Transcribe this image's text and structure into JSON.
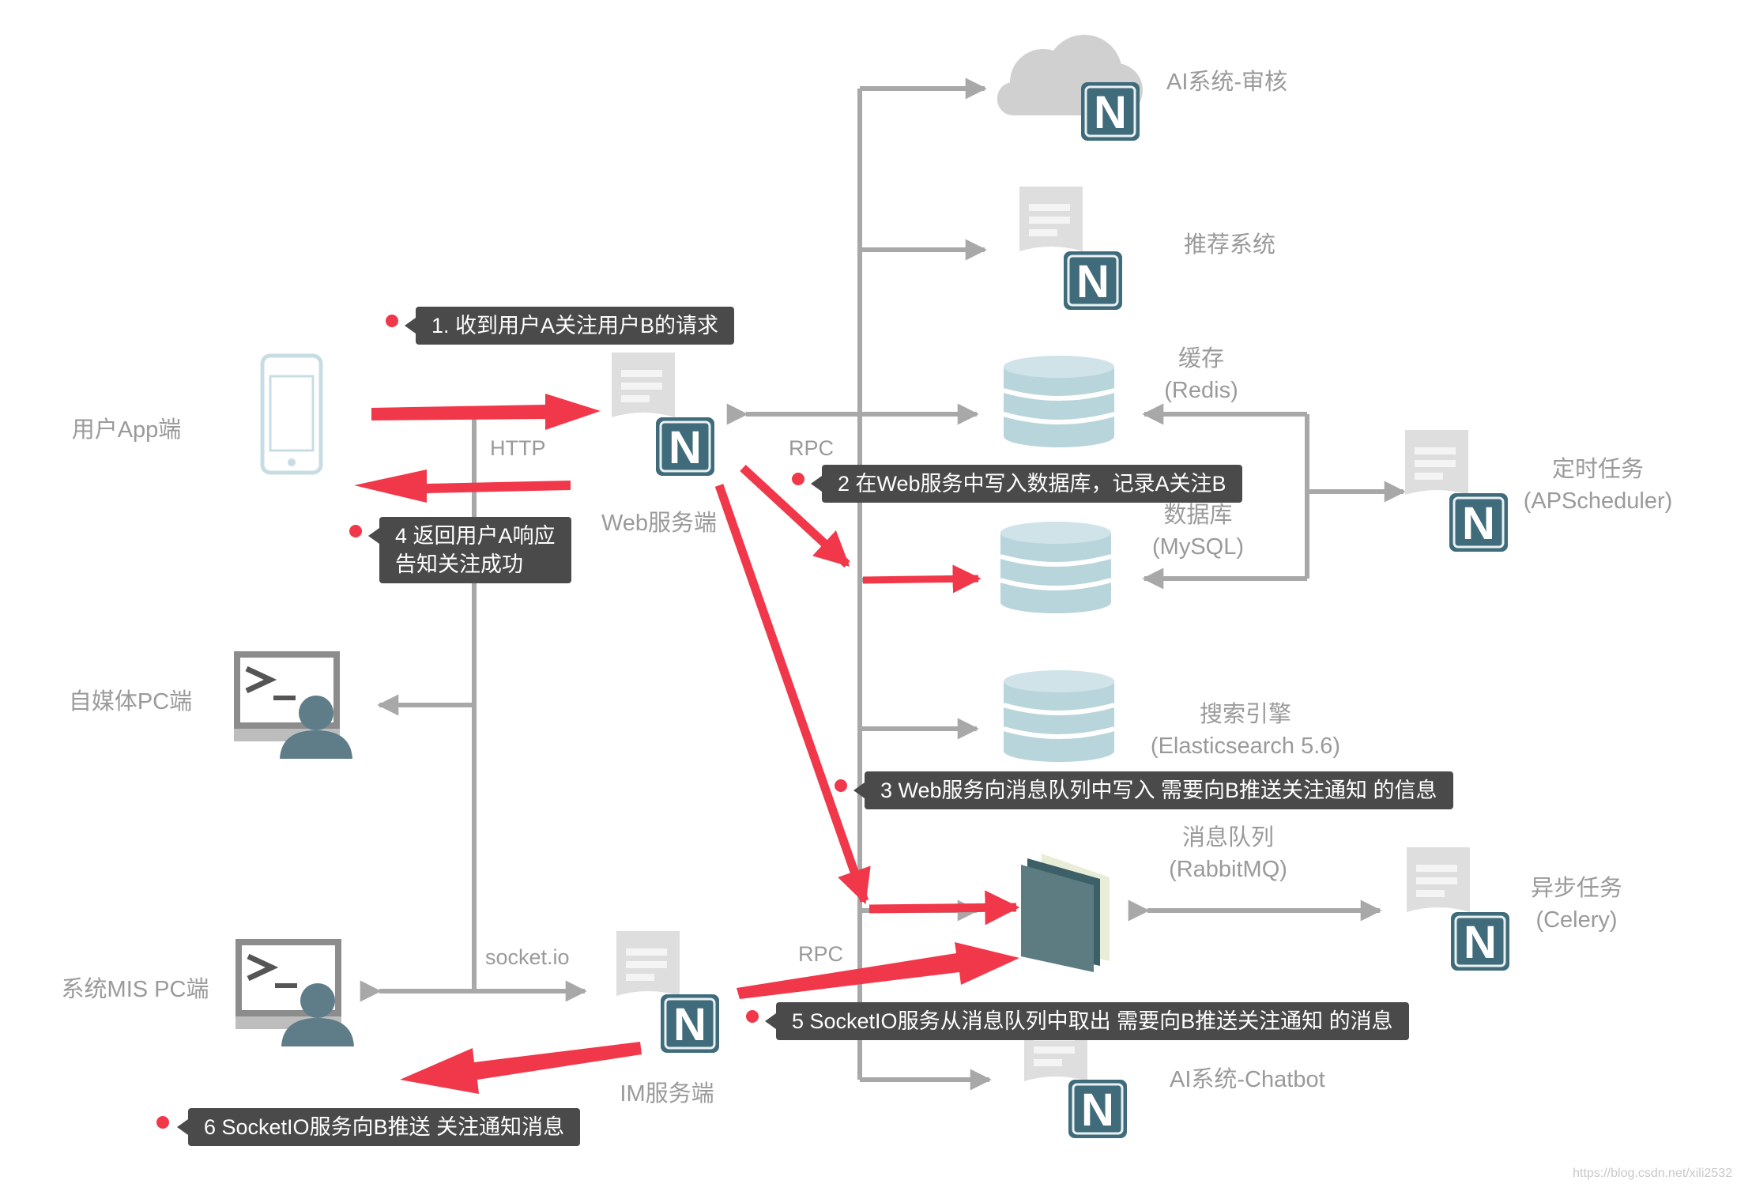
{
  "nodes": {
    "user_app": "用户App端",
    "media_pc": "自媒体PC端",
    "mis_pc": "系统MIS PC端",
    "web_server": "Web服务端",
    "im_server": "IM服务端",
    "ai_audit": "AI系统-审核",
    "recommend": "推荐系统",
    "cache": [
      "缓存",
      "(Redis)"
    ],
    "database": [
      "数据库",
      "(MySQL)"
    ],
    "search": [
      "搜索引擎",
      "(Elasticsearch 5.6)"
    ],
    "mq": [
      "消息队列",
      "(RabbitMQ)"
    ],
    "scheduler": [
      "定时任务",
      "(APScheduler)"
    ],
    "async_task": [
      "异步任务",
      "(Celery)"
    ],
    "ai_chatbot": "AI系统-Chatbot"
  },
  "protocols": {
    "http": "HTTP",
    "rpc_top": "RPC",
    "socketio": "socket.io",
    "rpc_bottom": "RPC"
  },
  "steps": {
    "s1": "1. 收到用户A关注用户B的请求",
    "s2": "2 在Web服务中写入数据库，记录A关注B",
    "s3": "3 Web服务向消息队列中写入 需要向B推送关注通知 的信息",
    "s4": [
      "4  返回用户A响应",
      "告知关注成功"
    ],
    "s5": "5 SocketIO服务从消息队列中取出 需要向B推送关注通知 的消息",
    "s6": "6 SocketIO服务向B推送 关注通知消息"
  },
  "server_badge": "N",
  "watermark": "https://blog.csdn.net/xili2532",
  "icons": {
    "phone": "phone-icon",
    "terminal": "terminal-user-icon",
    "server": "server-doc-icon",
    "cloud": "cloud-icon",
    "database": "database-cylinder-icon",
    "queue": "message-queue-icon"
  },
  "colors": {
    "flow_arrow": "#f0384a",
    "connector": "#a8a8a8",
    "badge": "#3f6b7a",
    "db": "#b9d5dc",
    "note_bg": "#4a4a4a"
  }
}
